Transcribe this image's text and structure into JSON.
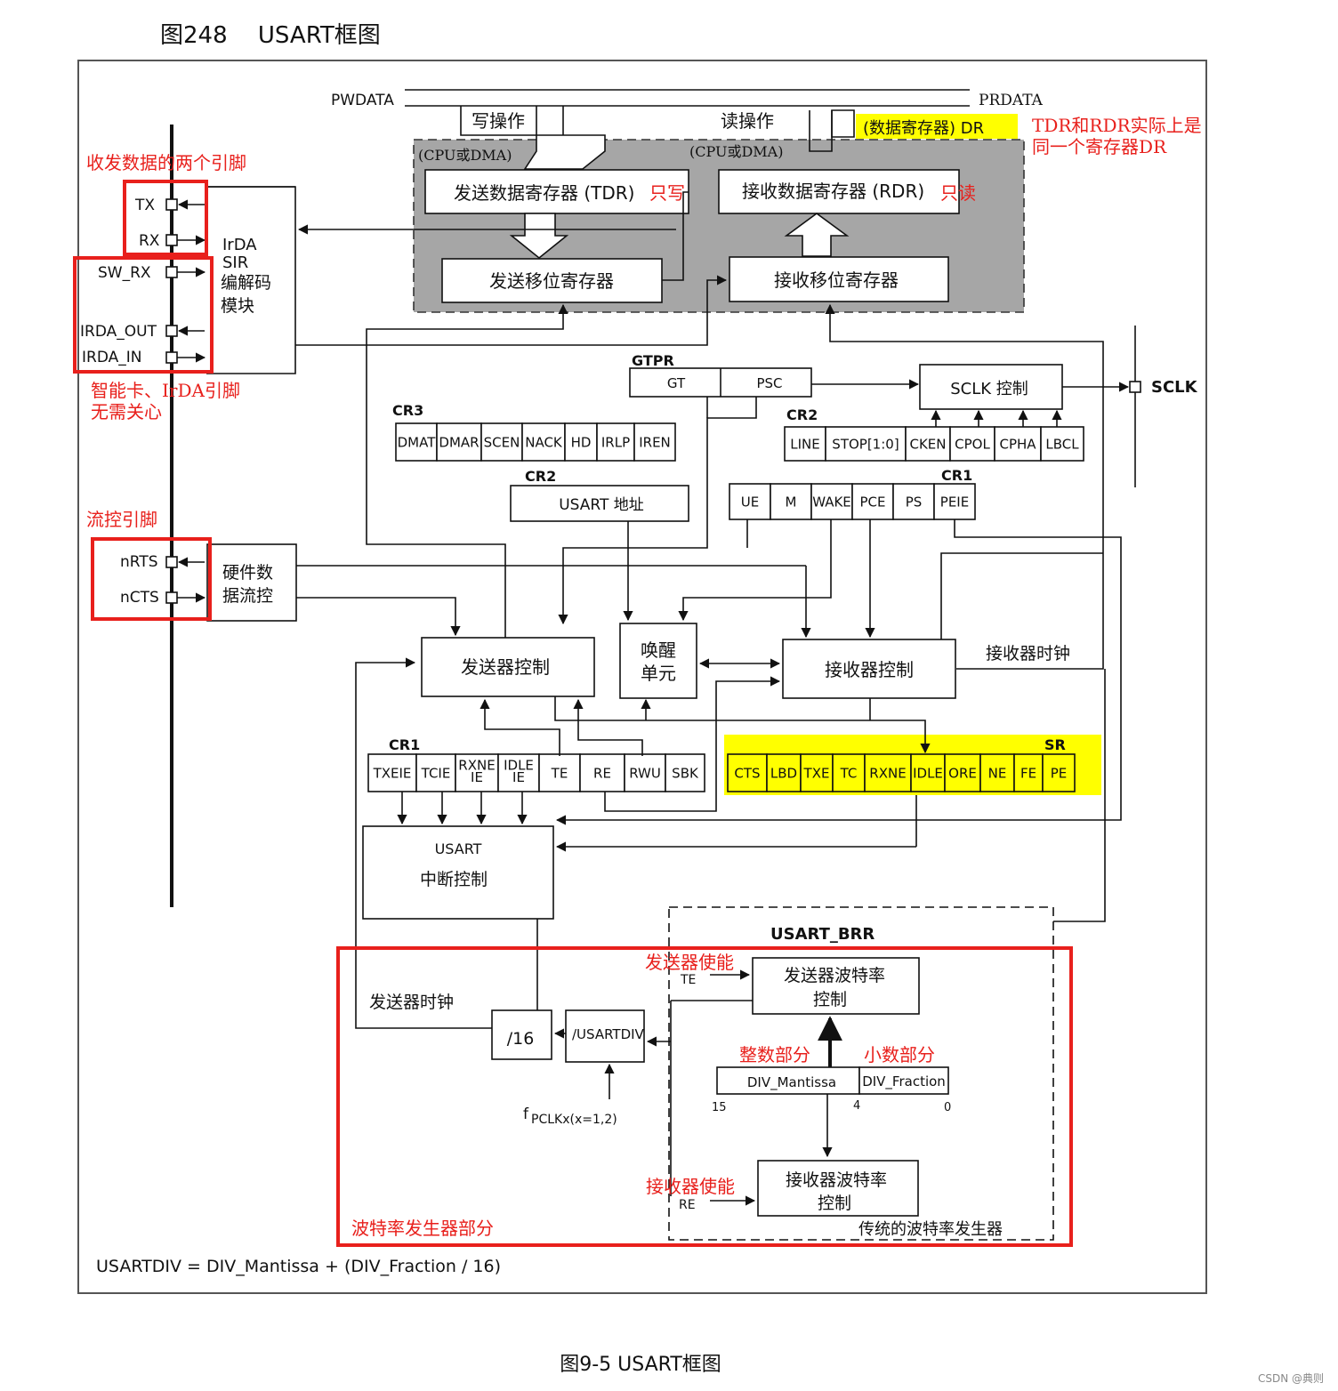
{
  "figure_title": "图248　 USART框图",
  "caption": "图9-5 USART框图",
  "formula": "USARTDIV = DIV_Mantissa + (DIV_Fraction / 16)",
  "watermark": "CSDN @典则",
  "bus": {
    "pwdata": "PWDATA",
    "prdata": "PRDATA",
    "write_op": "写操作",
    "read_op": "读操作",
    "cpu_dma_1": "(CPU或DMA)",
    "cpu_dma_2": "(CPU或DMA)",
    "dr": "(数据寄存器) DR"
  },
  "blocks": {
    "tdr": "发送数据寄存器 (TDR)",
    "rdr": "接收数据寄存器 (RDR)",
    "tx_shift": "发送移位寄存器",
    "rx_shift": "接收移位寄存器",
    "irda": [
      "IrDA",
      "SIR",
      "编解码",
      "模块"
    ],
    "hw_flow": [
      "硬件数",
      "据流控"
    ],
    "tx_ctrl": "发送器控制",
    "wake": [
      "唤醒",
      "单元"
    ],
    "rx_ctrl": "接收器控制",
    "usart_int": [
      "USART",
      "中断控制"
    ],
    "sclk_ctrl": "SCLK 控制",
    "usart_addr": "USART 地址",
    "tx_baud": [
      "发送器波特率",
      "控制"
    ],
    "rx_baud": [
      "接收器波特率",
      "控制"
    ],
    "div16": "/16",
    "usartdiv": "/USARTDIV"
  },
  "pins": {
    "tx": "TX",
    "rx": "RX",
    "sw_rx": "SW_RX",
    "irda_out": "IRDA_OUT",
    "irda_in": "IRDA_IN",
    "nrts": "nRTS",
    "ncts": "nCTS",
    "sclk": "SCLK"
  },
  "registers": {
    "gtpr": {
      "name": "GTPR",
      "fields": [
        "GT",
        "PSC"
      ]
    },
    "cr3": {
      "name": "CR3",
      "fields": [
        "DMAT",
        "DMAR",
        "SCEN",
        "NACK",
        "HD",
        "IRLP",
        "IREN"
      ]
    },
    "cr2a": {
      "name": "CR2",
      "fields": [
        "LINE",
        "STOP[1:0]",
        "CKEN",
        "CPOL",
        "CPHA",
        "LBCL"
      ]
    },
    "cr2b": {
      "name": "CR2"
    },
    "cr1a": {
      "name": "CR1",
      "fields": [
        "UE",
        "M",
        "WAKE",
        "PCE",
        "PS",
        "PEIE"
      ]
    },
    "cr1b": {
      "name": "CR1",
      "fields": [
        "TXEIE",
        "TCIE",
        "RXNE IE",
        "IDLE IE",
        "TE",
        "RE",
        "RWU",
        "SBK"
      ]
    },
    "sr": {
      "name": "SR",
      "fields": [
        "CTS",
        "LBD",
        "TXE",
        "TC",
        "RXNE",
        "IDLE",
        "ORE",
        "NE",
        "FE",
        "PE"
      ]
    },
    "brr": {
      "name": "USART_BRR",
      "mantissa": "DIV_Mantissa",
      "fraction": "DIV_Fraction",
      "bit15": "15",
      "bit4": "4",
      "bit0": "0"
    }
  },
  "labels": {
    "rx_clock": "接收器时钟",
    "tx_clock": "发送器时钟",
    "fpclk": "f",
    "fpclk_sub": "PCLKx(x=1,2)",
    "te": "TE",
    "re": "RE",
    "legacy_baud": "传统的波特率发生器"
  },
  "annotations": {
    "tx_rx_pins": "收发数据的两个引脚",
    "smartcard_irda": [
      "智能卡、IrDA引脚",
      "无需关心"
    ],
    "flow_pins": "流控引脚",
    "tdr_rdr_same": [
      "TDR和RDR实际上是",
      "同一个寄存器DR"
    ],
    "write_only": "只写",
    "read_only": "只读",
    "baud_section": "波特率发生器部分",
    "tx_enable": "发送器使能",
    "rx_enable": "接收器使能",
    "integer_part": "整数部分",
    "fraction_part": "小数部分"
  },
  "colors": {
    "highlight": "#ffff00",
    "red": "#e8201c",
    "shaded": "#a6a6a6"
  }
}
